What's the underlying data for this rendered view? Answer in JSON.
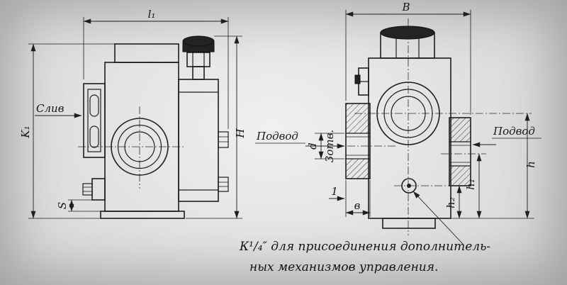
{
  "drawing": {
    "left_view": {
      "dim_length_top": "l₁",
      "dim_height_left": "K₁",
      "dim_height_right": "Н",
      "dim_thickness": "S",
      "port_label_drain": "Слив"
    },
    "right_view": {
      "dim_width_top": "В",
      "port_label_supply_left": "Подвод",
      "port_label_supply_right": "Подвод",
      "dim_hole_dia": "d",
      "dim_hole_count": "3отв.",
      "dim_one": "1",
      "dim_small_width": "в",
      "dim_h1": "h₁",
      "dim_h2": "h₂",
      "dim_h": "h"
    },
    "note": {
      "line1": "К¹/₄″ для присоединения дополнитель-",
      "line2": "ных механизмов управления."
    },
    "colors": {
      "ink": "#1e1e1e",
      "paper": "#d9d8d6"
    }
  }
}
